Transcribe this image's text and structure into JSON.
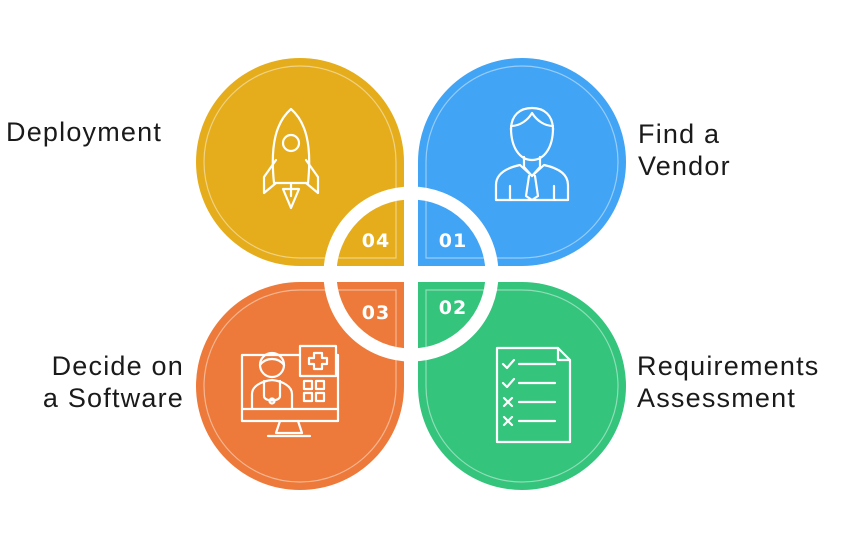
{
  "steps": [
    {
      "number": "01",
      "label_line1": "Find a",
      "label_line2": "Vendor",
      "color": "#42A4F5",
      "icon": "businessman-icon"
    },
    {
      "number": "02",
      "label_line1": "Requirements",
      "label_line2": "Assessment",
      "color": "#34C47C",
      "icon": "checklist-icon"
    },
    {
      "number": "03",
      "label_line1": "Decide on",
      "label_line2": "a Software",
      "color": "#ED7A3A",
      "icon": "telemedicine-monitor-icon"
    },
    {
      "number": "04",
      "label_line1": "Deployment",
      "label_line2": "",
      "color": "#E5AD1C",
      "icon": "rocket-icon"
    }
  ],
  "center_ring_color": "#ffffff"
}
